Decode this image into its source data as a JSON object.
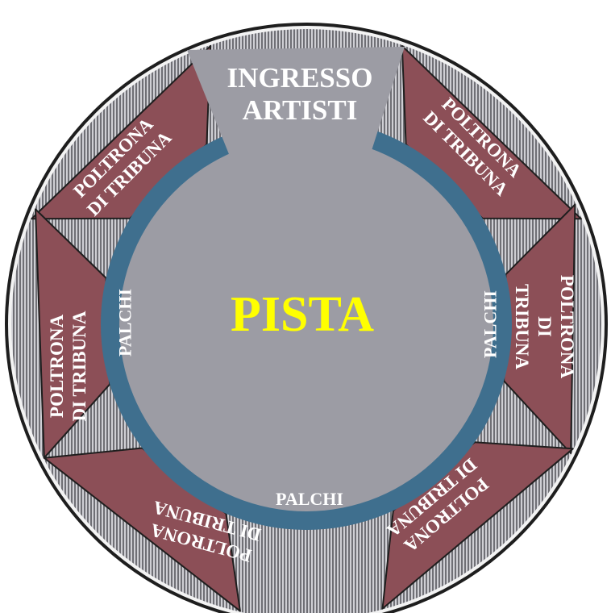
{
  "entrance": {
    "line1": "INGRESSO",
    "line2": "ARTISTI"
  },
  "arena": {
    "label": "PISTA"
  },
  "boxes": {
    "left": "PALCHI",
    "right": "PALCHI",
    "bottom": "PALCHI"
  },
  "seat_sections": [
    {
      "line1": "POLTRONA",
      "line2": "DI TRIBUNA"
    },
    {
      "line1": "POLTRONA",
      "line2": "DI TRIBUNA"
    },
    {
      "line1": "POLTRONA",
      "line2": "DI",
      "line3": "TRIBUNA"
    },
    {
      "line1": "POLTRONA",
      "line2": "DI TRIBUNA"
    },
    {
      "line1": "POLTRONA",
      "line2": "DI TRIBUNA"
    },
    {
      "line1": "POLTRONA",
      "line2": "DI TRIBUNA"
    }
  ],
  "colors": {
    "outline": "#1e1e1e",
    "outer_ring": "#f3f3f3",
    "seat_block": "#8c4f57",
    "aisle_light": "#cfcfd4",
    "aisle_dark": "#6f6f75",
    "palchi_ring": "#3f6f8e",
    "arena": "#9c9ca4",
    "pista_text": "#ffff00"
  }
}
